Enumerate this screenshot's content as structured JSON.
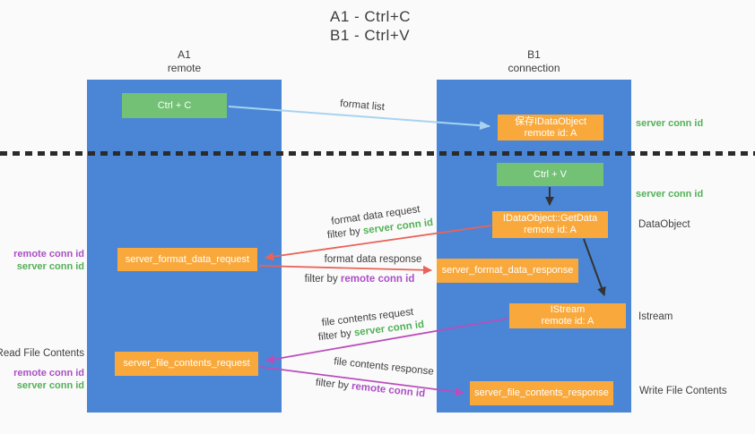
{
  "title": {
    "line1": "A1 - Ctrl+C",
    "line2": "B1 - Ctrl+V"
  },
  "columns": {
    "a": {
      "name": "A1",
      "subtitle": "remote"
    },
    "b": {
      "name": "B1",
      "subtitle": "connection"
    }
  },
  "nodes": {
    "ctrl_c": {
      "label": "Ctrl + C"
    },
    "ctrl_v": {
      "label": "Ctrl + V"
    },
    "save_idataobject": {
      "line1": "保存IDataObject",
      "line2": "remote id: A"
    },
    "idataobject_getdata": {
      "line1": "IDataObject::GetData",
      "line2": "remote id: A"
    },
    "istream": {
      "line1": "IStream",
      "line2": "remote id: A"
    },
    "server_format_data_request": {
      "label": "server_format_data_request"
    },
    "server_format_data_response": {
      "label": "server_format_data_response"
    },
    "server_file_contents_request": {
      "label": "server_file_contents_request"
    },
    "server_file_contents_response": {
      "label": "server_file_contents_response"
    }
  },
  "side_labels": {
    "right_top_server_conn_id": "server conn id",
    "right_mid_server_conn_id": "server conn id",
    "dataobject": "DataObject",
    "istream": "Istream",
    "write_file_contents": "Write File Contents",
    "left_remote_conn_id_1": "remote conn id",
    "left_server_conn_id_1": "server conn id",
    "read_file_contents": "Read File Contents",
    "left_remote_conn_id_2": "remote conn id",
    "left_server_conn_id_2": "server conn id"
  },
  "flow_labels": {
    "format_list": "format list",
    "format_data_request": "format data request",
    "format_data_response": "format data response",
    "file_contents_request": "file contents request",
    "file_contents_response": "file contents response",
    "filter_by": "filter by",
    "server_conn_id": "server conn id",
    "remote_conn_id": "remote conn id"
  },
  "colors": {
    "column_blue": "#4a86d5",
    "node_green": "#72c175",
    "node_orange": "#f9a93c",
    "arrow_light_blue": "#a7d3f0",
    "arrow_red": "#e8635a",
    "arrow_magenta": "#bb4dbb",
    "arrow_black": "#333333",
    "text_green": "#53b157",
    "text_purple": "#ab4fc4",
    "text_dark": "#3f3f3f"
  }
}
